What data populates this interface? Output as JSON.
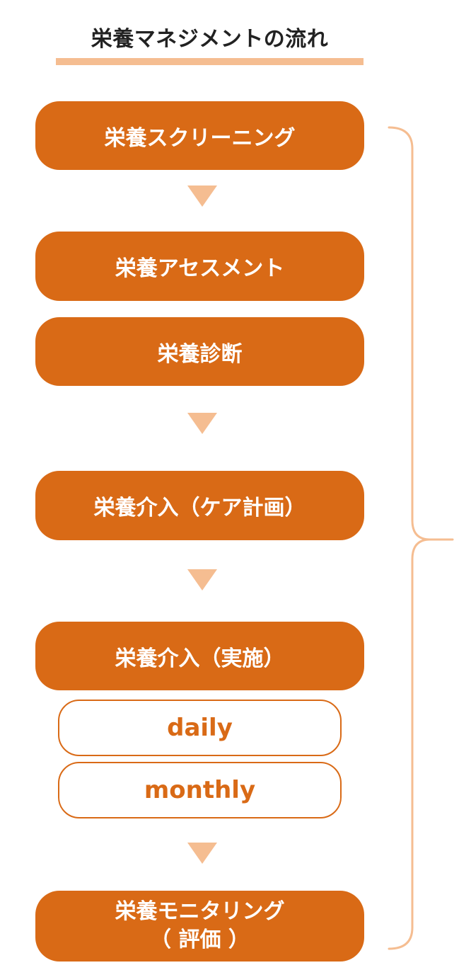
{
  "title": "栄養マネジメントの流れ",
  "steps": [
    "栄養スクリーニング",
    "栄養アセスメント",
    "栄養診断",
    "栄養介入（ケア計画）",
    "栄養介入（実施）"
  ],
  "sub_items": [
    "daily",
    "monthly"
  ],
  "final_step": {
    "line1": "栄養モニタリング",
    "line2": "（ 評価 ）"
  },
  "colors": {
    "step_fill": "#d96a16",
    "accent_light": "#f5bd91",
    "title_text": "#222222"
  }
}
